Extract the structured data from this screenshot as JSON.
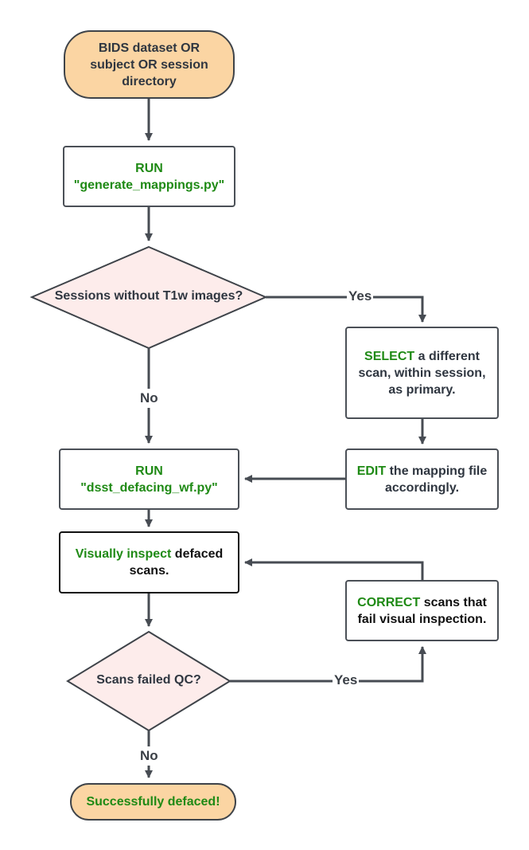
{
  "start": {
    "lines": [
      "BIDS dataset OR",
      "subject OR session",
      "directory"
    ]
  },
  "run_generate": {
    "verb": "RUN",
    "script": "\"generate_mappings.py\""
  },
  "decision_t1w": {
    "text": "Sessions without T1w images?",
    "yes_label": "Yes",
    "no_label": "No"
  },
  "select_scan": {
    "verb": "SELECT",
    "rest_line1": " a different",
    "line2": "scan, within session,",
    "line3": "as primary."
  },
  "edit_mapping": {
    "verb": "EDIT",
    "rest_line1": " the mapping file",
    "line2": "accordingly."
  },
  "run_defacing": {
    "verb": "RUN",
    "script": "\"dsst_defacing_wf.py\""
  },
  "inspect": {
    "verb": "Visually inspect",
    "rest_line1": " defaced",
    "line2": "scans."
  },
  "correct": {
    "verb": "CORRECT",
    "rest_line1": " scans that",
    "line2": "fail visual inspection."
  },
  "decision_qc": {
    "text": "Scans failed QC?",
    "yes_label": "Yes",
    "no_label": "No"
  },
  "end": {
    "text": "Successfully defaced!"
  },
  "colors": {
    "terminal_fill": "#fbd5a3",
    "decision_fill": "#fdeceb",
    "action_green": "#1f8a15",
    "line": "#474c53"
  }
}
